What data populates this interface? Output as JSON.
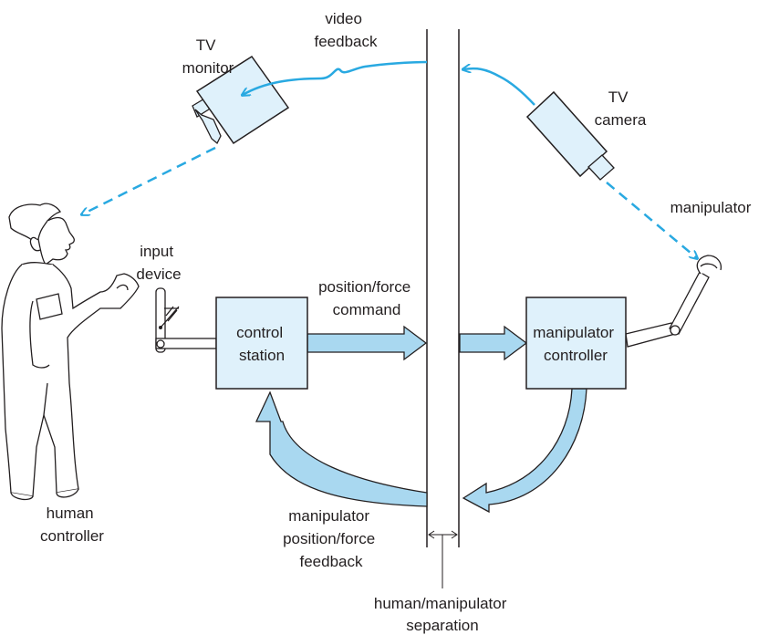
{
  "colors": {
    "accent": "#29a9e1",
    "box_fill": "#dff1fb",
    "arrow_fill": "#a9d8f0",
    "line": "#231f20"
  },
  "labels": {
    "video_feedback": [
      "video",
      "feedback"
    ],
    "tv_monitor": [
      "TV",
      "monitor"
    ],
    "tv_camera": [
      "TV",
      "camera"
    ],
    "manipulator": "manipulator",
    "input_device": [
      "input",
      "device"
    ],
    "position_force_command": [
      "position/force",
      "command"
    ],
    "control_station": [
      "control",
      "station"
    ],
    "manipulator_controller": [
      "manipulator",
      "controller"
    ],
    "human_controller": [
      "human",
      "controller"
    ],
    "feedback": [
      "manipulator",
      "position/force",
      "feedback"
    ],
    "separation": [
      "human/manipulator",
      "separation"
    ]
  },
  "icons": {
    "monitor": "tv-monitor-icon",
    "camera": "tv-camera-icon",
    "human": "human-operator-icon",
    "input": "joystick-icon",
    "arm": "robot-arm-icon"
  }
}
